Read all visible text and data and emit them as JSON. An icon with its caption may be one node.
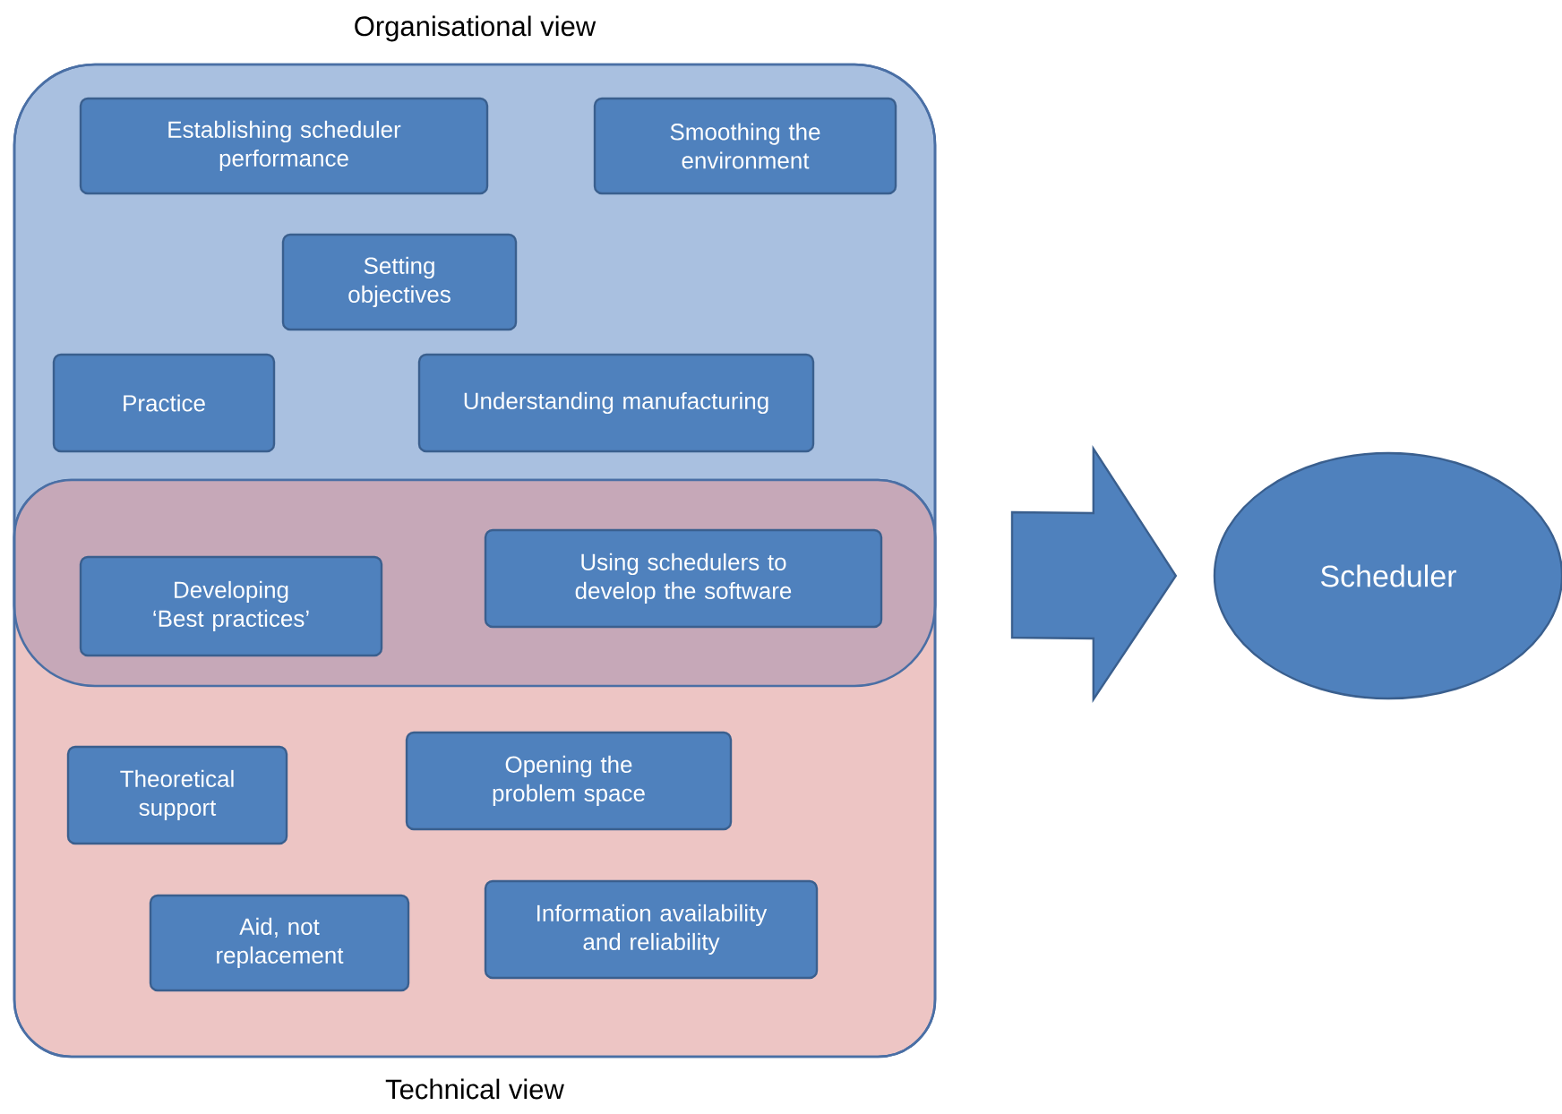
{
  "diagram": {
    "nodes": [
      {
        "text": [
          "Organisational view"
        ]
      },
      {
        "text": [
          "Technical view"
        ]
      },
      {
        "text": [
          "Establishing scheduler performance"
        ],
        "in": 0
      },
      {
        "text": [
          "Smoothing the environment"
        ],
        "in": 0
      },
      {
        "text": [
          "Setting objectives"
        ],
        "in": 0
      },
      {
        "text": [
          "Practice"
        ],
        "in": 0
      },
      {
        "text": [
          "Understanding manufacturing"
        ],
        "in": 0
      },
      {
        "text": [
          "Developing ‘Best practices’"
        ]
      },
      {
        "text": [
          "Using schedulers to develop the software"
        ]
      },
      {
        "text": [
          "Theoretical support"
        ],
        "in": 1
      },
      {
        "text": [
          "Opening the problem space"
        ],
        "in": 1
      },
      {
        "text": [
          "Aid, not replacement"
        ],
        "in": 1
      },
      {
        "text": [
          "Information availability and reliability"
        ],
        "in": 1
      },
      {
        "text": [
          "Scheduler"
        ]
      }
    ],
    "edges": [
      {
        "from": null,
        "to": 13,
        "arrow": "to"
      }
    ]
  }
}
